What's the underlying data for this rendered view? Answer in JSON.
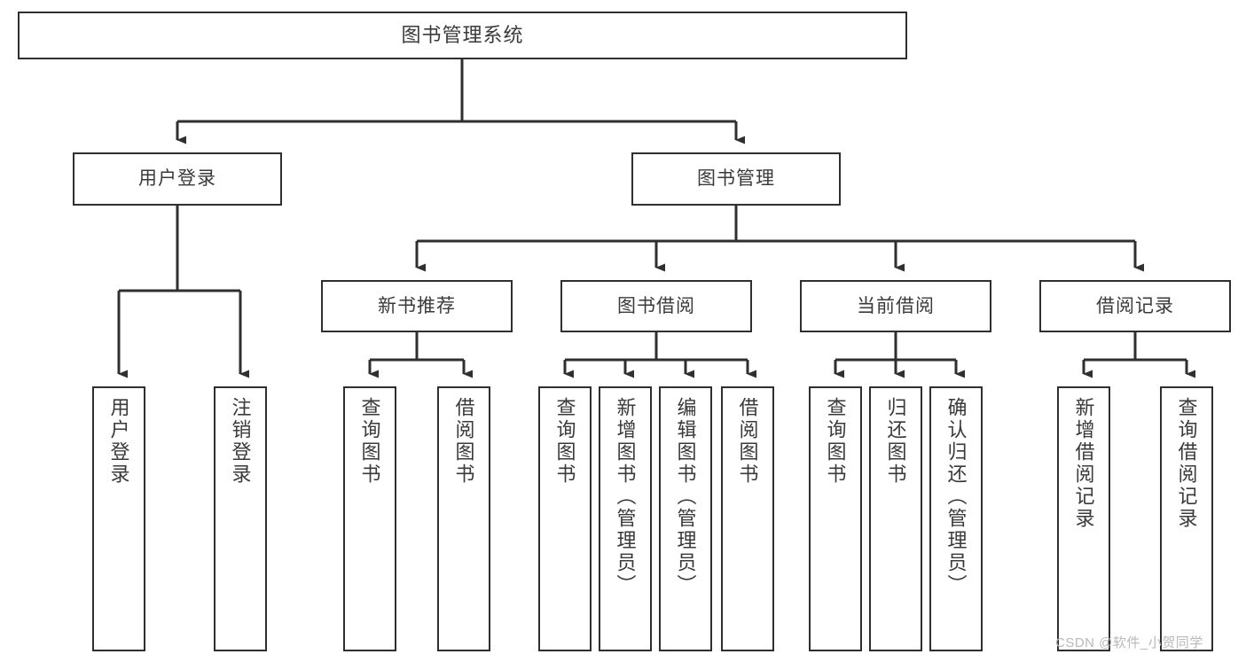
{
  "diagram": {
    "title": "图书管理系统",
    "type": "tree-hierarchy-chart",
    "colors": {
      "box_border": "#2f2f2f",
      "box_fill": "#ffffff",
      "edge": "#2f2f2f",
      "text": "#3a3a3a",
      "watermark": "#b9b9b9"
    },
    "root": {
      "label": "图书管理系统"
    },
    "level2": [
      {
        "label": "用户登录"
      },
      {
        "label": "图书管理"
      }
    ],
    "level3": [
      {
        "label": "新书推荐"
      },
      {
        "label": "图书借阅"
      },
      {
        "label": "当前借阅"
      },
      {
        "label": "借阅记录"
      }
    ],
    "leaves": {
      "user_login": [
        {
          "label": "用户登录"
        },
        {
          "label": "注销登录"
        }
      ],
      "new_book_recommend": [
        {
          "label": "查询图书"
        },
        {
          "label": "借阅图书"
        }
      ],
      "book_borrow": [
        {
          "label": "查询图书"
        },
        {
          "label": "新增图书（管理员）"
        },
        {
          "label": "编辑图书（管理员）"
        },
        {
          "label": "借阅图书"
        }
      ],
      "current_borrow": [
        {
          "label": "查询图书"
        },
        {
          "label": "归还图书"
        },
        {
          "label": "确认归还（管理员）"
        }
      ],
      "borrow_record": [
        {
          "label": "新增借阅记录"
        },
        {
          "label": "查询借阅记录"
        }
      ]
    },
    "watermark": "CSDN @软件_小贺同学"
  }
}
